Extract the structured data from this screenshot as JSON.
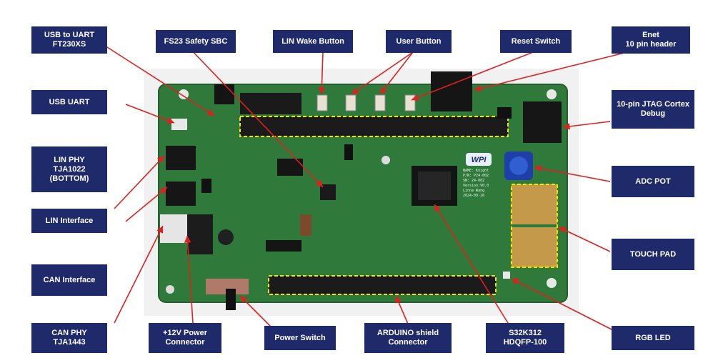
{
  "labels": {
    "usb_to_uart": "USB to UART\nFT230XS",
    "fs23": "FS23 Safety SBC",
    "lin_wake": "LIN Wake Button",
    "user_button": "User Button",
    "reset_switch": "Reset Switch",
    "enet": "Enet\n10 pin header",
    "usb_uart": "USB UART",
    "jtag": "10-pin JTAG Cortex\nDebug",
    "lin_phy": "LIN PHY\nTJA1022\n(BOTTOM)",
    "adc_pot": "ADC POT",
    "lin_interface": "LIN Interface",
    "touch_pad": "TOUCH PAD",
    "can_interface": "CAN Interface",
    "can_phy": "CAN PHY\nTJA1443",
    "power_12v": "+12V Power\nConnector",
    "power_switch": "Power Switch",
    "arduino": "ARDUINO shield\nConnector",
    "s32k": "S32K312\nHDQFP-100",
    "rgb_led": "RGB LED"
  },
  "board": {
    "logo_text": "WPI",
    "chip_text": "NAME: Knight\nP/N: P24-002\nSN: 24-002\nVersion:V0.0\nLinna Wang\n2024-09-26"
  },
  "colors": {
    "label_bg": "#1f2a6b",
    "pcb_green": "#2f7a3a",
    "arrow_red": "#e02020",
    "highlight_yellow": "#f2e600"
  }
}
